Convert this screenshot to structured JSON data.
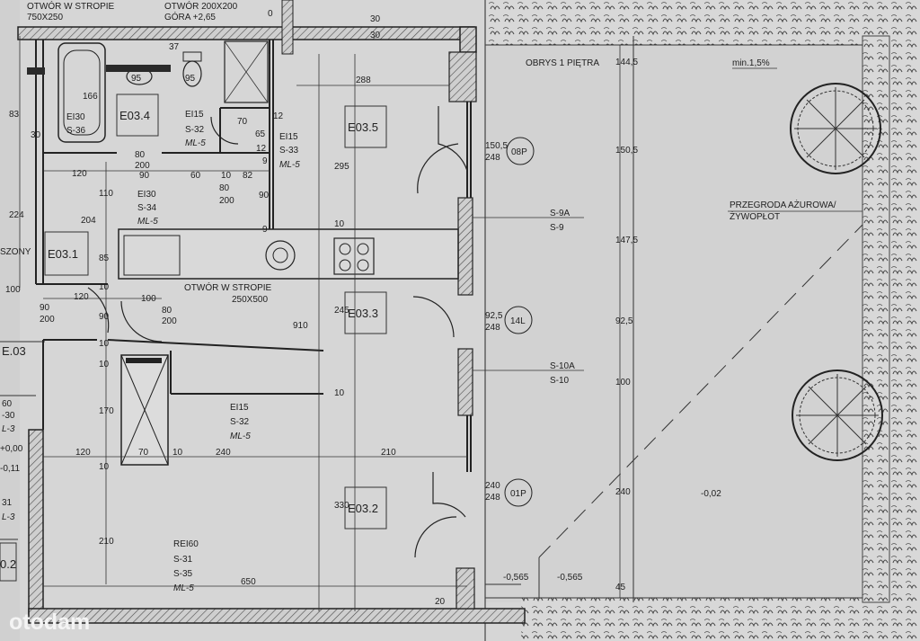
{
  "rooms": {
    "e031": "E03.1",
    "e032": "E03.2",
    "e033": "E03.3",
    "e034": "E03.4",
    "e035": "E03.5",
    "e03": "E.03",
    "e02": "0.2",
    "szony": "SZONY"
  },
  "openings": {
    "top1_a": "OTWÓR W STROPIE",
    "top1_b": "750X250",
    "top2_a": "OTWÓR 200X200",
    "top2_b": "GÓRA +2,65",
    "mid_a": "OTWÓR W STROPIE",
    "mid_b": "250X500"
  },
  "notes": {
    "obrys": "OBRYS 1 PIĘTRA",
    "slope": "min.1,5%",
    "przegroda_a": "PRZEGRODA AŻUROWA/",
    "przegroda_b": "ŻYWOPŁOT",
    "level1": "-0,02",
    "level2": "-0,565",
    "level3": "-0,565"
  },
  "tags": {
    "w08p": "08P",
    "w14l": "14L",
    "w01p": "01P",
    "d08p_top": "150,5",
    "d08p_bot": "248",
    "d14l_top": "92,5",
    "d14l_bot": "248",
    "d01p_top": "240",
    "d01p_bot": "248",
    "s9a": "S-9A",
    "s9": "S-9",
    "s10a": "S-10A",
    "s10": "S-10"
  },
  "specs": {
    "ei130a": "EI30",
    "s36": "S-36",
    "ei15a": "EI15",
    "s32a": "S-32",
    "ml5a": "ML-5",
    "ei15b": "EI15",
    "s33": "S-33",
    "ml5b": "ML-5",
    "ei130b": "EI30",
    "s34": "S-34",
    "ml5c": "ML-5",
    "ei15c": "EI15",
    "s32b": "S-32",
    "ml5d": "ML-5",
    "rei60": "REI60",
    "s31": "S-31",
    "s35": "S-35",
    "ml5e": "ML-5",
    "left_s30": "-30",
    "left_l3a": "L-3",
    "left_000": "+0,00",
    "left_011": "-0,11",
    "left_31": "31",
    "left_l3b": "L-3",
    "left_60": "60"
  },
  "dims": {
    "d30a": "30",
    "d30b": "30",
    "d288": "288",
    "d37": "37",
    "d95a": "95",
    "d95b": "95",
    "d166": "166",
    "d83": "83",
    "d30c": "30",
    "d70": "70",
    "d12a": "12",
    "d12b": "12",
    "d65": "65",
    "d9a": "9",
    "d9b": "9",
    "d120a": "120",
    "d90a": "90",
    "d60": "60",
    "d10a": "10",
    "d82": "82",
    "d80a": "80",
    "d200a": "200",
    "d80b": "80",
    "d200b": "200",
    "d110": "110",
    "d204": "204",
    "d224": "224",
    "d85": "85",
    "d90b": "90",
    "d295": "295",
    "d10b": "10",
    "d9c": "9",
    "d10c": "10",
    "d120b": "120",
    "d100a": "100",
    "d80c": "80",
    "d200c": "200",
    "d10d": "10",
    "d90c": "90",
    "d910": "910",
    "d245": "245",
    "d90d": "90",
    "d200d": "200",
    "d10e": "10",
    "d10f": "10",
    "d170": "170",
    "d120c": "120",
    "d70b": "70",
    "d10g": "10",
    "d240a": "240",
    "d210a": "210",
    "d10h": "10",
    "d330": "330",
    "d210b": "210",
    "d650": "650",
    "d20": "20",
    "d1445": "144,5",
    "d1505": "150,5",
    "d1475": "147,5",
    "d925": "92,5",
    "d100b": "100",
    "d240b": "240",
    "d45": "45",
    "d100c": "100",
    "d0": "0"
  },
  "watermark": "otodam"
}
